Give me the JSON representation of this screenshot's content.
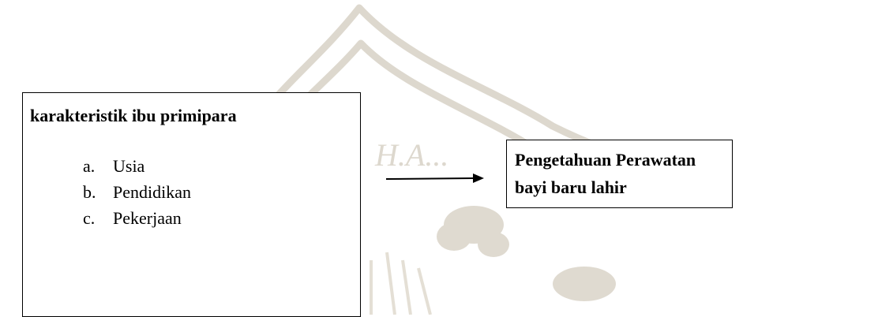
{
  "diagram": {
    "left_box": {
      "title": "karakteristik ibu primipara",
      "items": [
        {
          "marker": "a.",
          "label": "Usia"
        },
        {
          "marker": "b.",
          "label": "Pendidikan"
        },
        {
          "marker": "c.",
          "label": "Pekerjaan"
        }
      ]
    },
    "right_box": {
      "title": "Pengetahuan Perawatan bayi baru lahir"
    },
    "watermark_text": "H.A..."
  },
  "colors": {
    "text": "#000000",
    "border": "#000000",
    "background": "#ffffff",
    "watermark": "#d9d4c9"
  }
}
